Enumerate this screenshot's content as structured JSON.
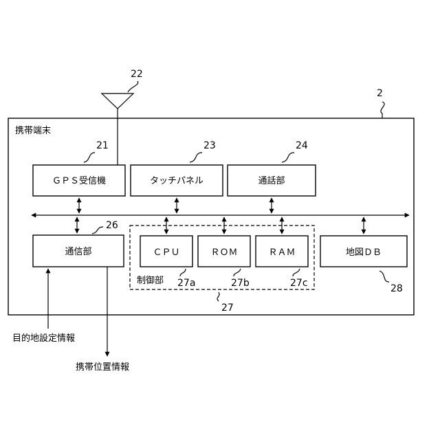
{
  "device": {
    "ref": "2",
    "title": "携帯端末"
  },
  "antenna": {
    "ref": "22"
  },
  "blocks": {
    "gps": {
      "label": "ＧＰＳ受信機",
      "ref": "21"
    },
    "touch_panel": {
      "label": "タッチパネル",
      "ref": "23"
    },
    "call": {
      "label": "通話部",
      "ref": "24"
    },
    "comm": {
      "label": "通信部",
      "ref": "26"
    },
    "cpu": {
      "label": "ＣＰＵ",
      "ref": "27a"
    },
    "rom": {
      "label": "ＲＯＭ",
      "ref": "27b"
    },
    "ram": {
      "label": "ＲＡＭ",
      "ref": "27c"
    },
    "map_db": {
      "label": "地図ＤＢ",
      "ref": "28"
    }
  },
  "control_unit": {
    "label": "制御部",
    "ref": "27"
  },
  "signals": {
    "destination_info": "目的地設定情報",
    "position_info": "携帯位置情報"
  }
}
